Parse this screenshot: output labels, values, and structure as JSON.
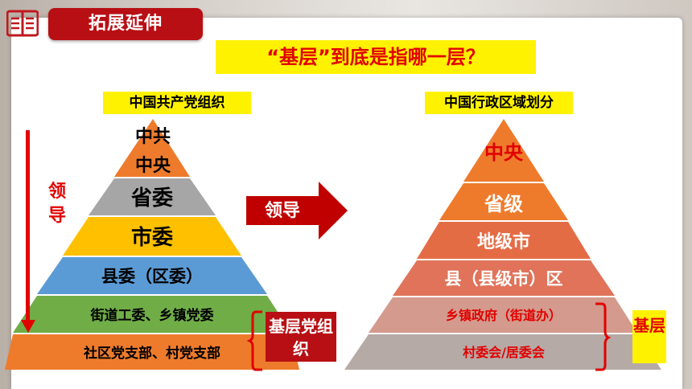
{
  "header": {
    "tag_label": "拓展延伸"
  },
  "question": "“基层”到底是指哪一层？",
  "left_pyramid": {
    "title": "中国共产党组织",
    "levels": [
      {
        "label": "中共",
        "label2": "中央",
        "color": "#ee7b2c"
      },
      {
        "label": "省委",
        "color": "#a6a6a6"
      },
      {
        "label": "市委",
        "color": "#ffc000"
      },
      {
        "label": "县委（区委）",
        "color": "#5b9bd5"
      },
      {
        "label": "街道工委、乡镇党委",
        "color": "#70ad47"
      },
      {
        "label": "社区党支部、村党支部",
        "color": "#ee7b2c"
      }
    ],
    "side_label": "领导",
    "basic_label": "基层党组织"
  },
  "middle_arrow": {
    "label": "领导"
  },
  "right_pyramid": {
    "title": "中国行政区域划分",
    "levels": [
      {
        "label": "中央"
      },
      {
        "label": "省级"
      },
      {
        "label": "地级市"
      },
      {
        "label": "县（县级市）区"
      },
      {
        "label": "乡镇政府（街道办）"
      },
      {
        "label": "村委会/居委会"
      }
    ],
    "basic_label": "基层"
  },
  "colors": {
    "red": "#b80f14",
    "yellow": "#fff200",
    "text_red": "#e10000"
  }
}
